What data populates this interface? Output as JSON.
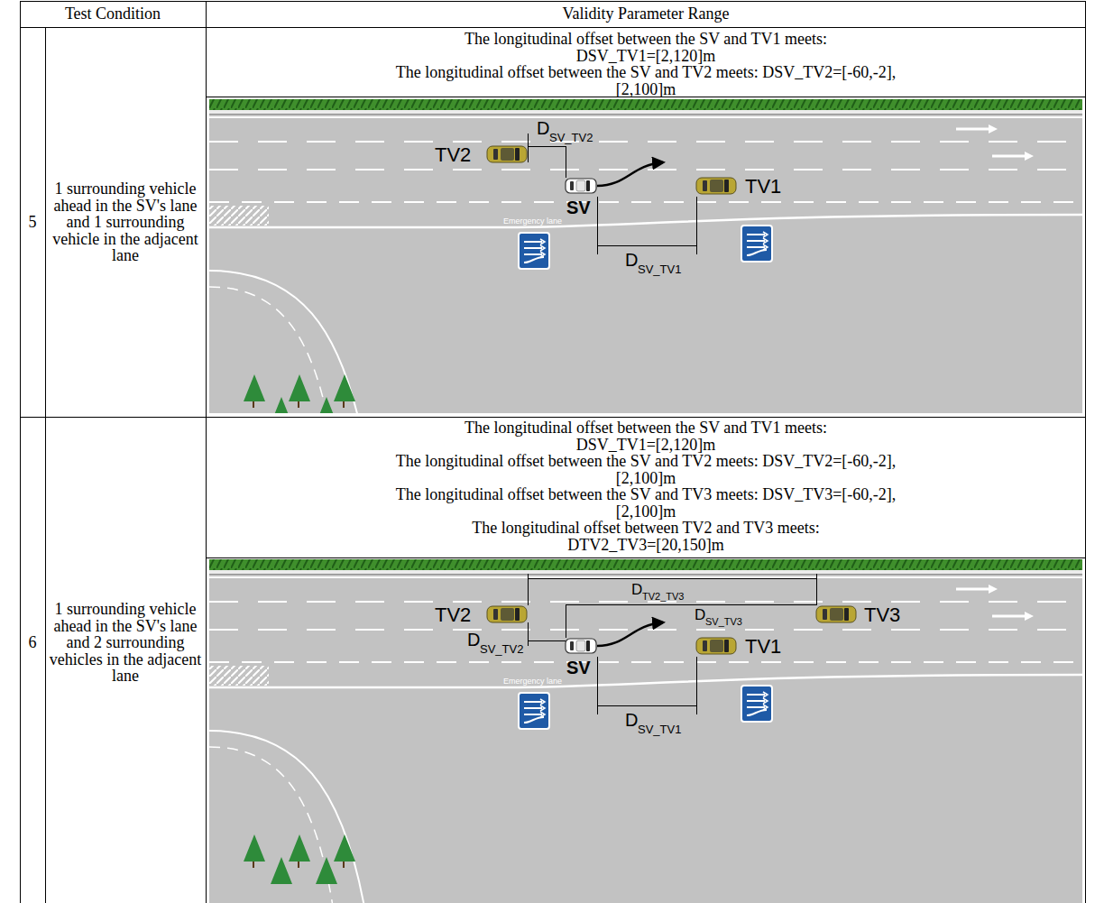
{
  "diagram": {
    "labels": [
      "Test Condition",
      "Validity Parameter Range",
      "5",
      "1 surrounding vehicle ahead in the SV's lane and 1 surrounding vehicle in the adjacent lane",
      "The longitudinal offset between the SV and TV1 meets: DSV_TV1=[2,120]m",
      "The longitudinal offset between the SV and TV2 meets: DSV_TV2=[-60,-2],[2,100]m",
      "TV2",
      "D",
      "SV_TV2",
      "TV1",
      "SV",
      "Emergency lane",
      "D",
      "SV_TV1",
      "6",
      "1 surrounding vehicle ahead in the SV's lane and 2 surrounding vehicles in the adjacent lane",
      "The longitudinal offset between the SV and TV1 meets: DSV_TV1=[2,120]m",
      "The longitudinal offset between the SV and TV2 meets: DSV_TV2=[-60,-2],[2,100]m",
      "The longitudinal offset between the SV and TV3 meets: DSV_TV3=[-60,-2],[2,100]m",
      "The longitudinal offset between TV2 and TV3 meets: DTV2_TV3=[20,150]m",
      "TV2",
      "D",
      "TV2_TV3",
      "D",
      "SV_TV3",
      "TV3",
      "D",
      "SV_TV2",
      "TV1",
      "SV",
      "Emergency lane",
      "D",
      "SV_TV1"
    ]
  }
}
